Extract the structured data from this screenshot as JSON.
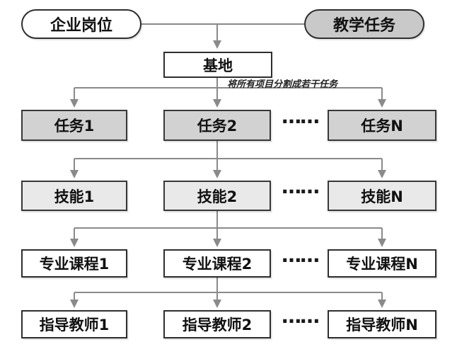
{
  "nodes": {
    "enterprise_post": "企业岗位",
    "teaching_task": "教学任务",
    "base": "基地"
  },
  "annotation": "将所有项目分割成若干任务",
  "ellipsis": "……",
  "rows": {
    "tasks": [
      "任务1",
      "任务2",
      "任务N"
    ],
    "skills": [
      "技能1",
      "技能2",
      "技能N"
    ],
    "courses": [
      "专业课程1",
      "专业课程2",
      "专业课程N"
    ],
    "teachers": [
      "指导教师1",
      "指导教师2",
      "指导教师N"
    ]
  },
  "colors": {
    "task_fill": "#d2d2d2",
    "skill_fill": "#e9e9e9",
    "teaching_task_fill": "#c9c9c9",
    "white_fill": "#ffffff",
    "box_border": "#2e2e2e",
    "connector": "#8a8a8a"
  }
}
